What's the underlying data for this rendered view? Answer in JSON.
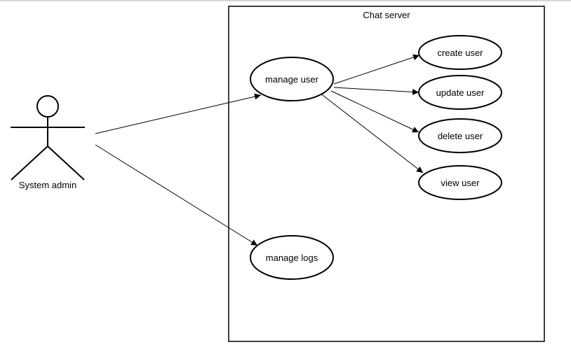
{
  "diagram": {
    "type": "use-case",
    "system_boundary": {
      "label": "Chat server"
    },
    "actor": {
      "label": "System admin"
    },
    "use_cases": {
      "manage_user": "manage user",
      "manage_logs": "manage logs",
      "create_user": "create user",
      "update_user": "update user",
      "delete_user": "delete user",
      "view_user": "view user"
    },
    "edges": [
      {
        "from": "System admin",
        "to": "manage user",
        "arrow": "filled"
      },
      {
        "from": "System admin",
        "to": "manage logs",
        "arrow": "filled"
      },
      {
        "from": "manage user",
        "to": "create user",
        "arrow": "filled"
      },
      {
        "from": "manage user",
        "to": "update user",
        "arrow": "filled"
      },
      {
        "from": "manage user",
        "to": "delete user",
        "arrow": "filled"
      },
      {
        "from": "manage user",
        "to": "view user",
        "arrow": "filled"
      }
    ]
  }
}
